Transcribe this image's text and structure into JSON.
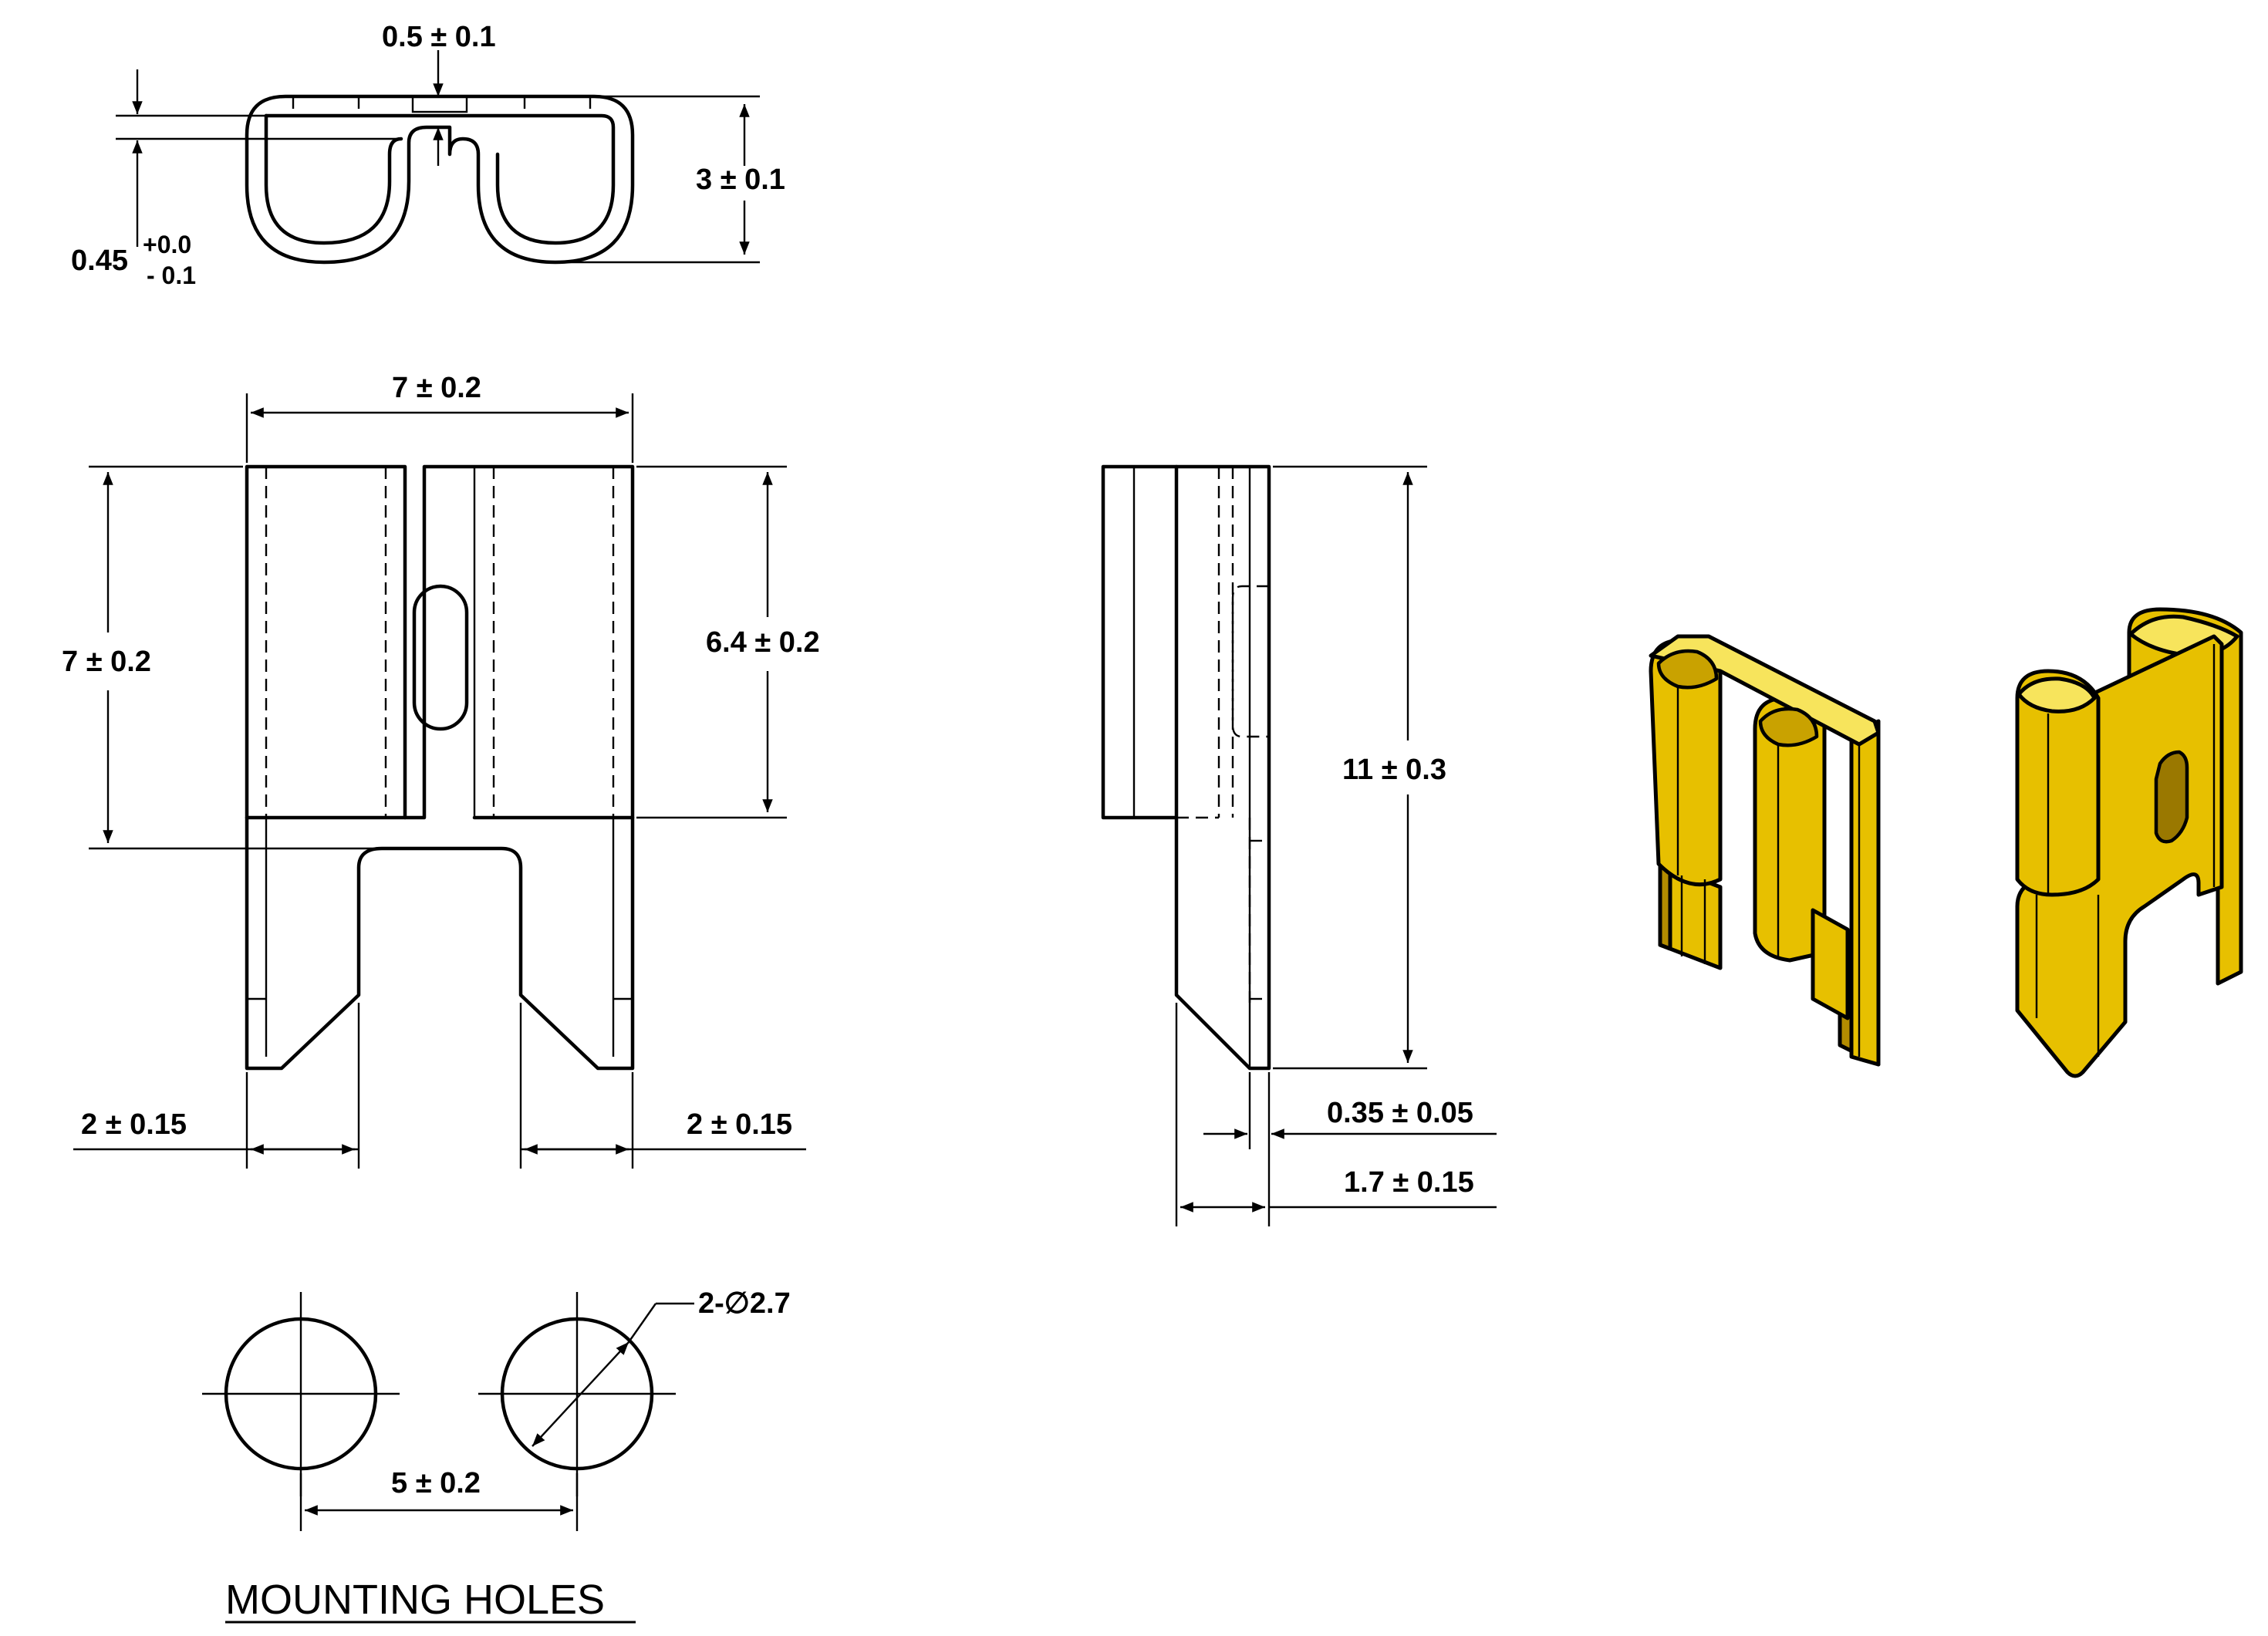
{
  "dimensions": {
    "top_slot_width": "0.5 ± 0.1",
    "top_height": "3 ± 0.1",
    "thickness_main": "0.45",
    "thickness_tol_upper": "+0.0",
    "thickness_tol_lower": "- 0.1",
    "front_width": "7 ± 0.2",
    "front_height": "7 ± 0.2",
    "front_inner_height": "6.4 ± 0.2",
    "left_leg": "2 ± 0.15",
    "right_leg": "2 ± 0.15",
    "side_height": "11 ± 0.3",
    "side_thickness": "0.35 ± 0.05",
    "side_depth": "1.7 ± 0.15",
    "hole_diameter": "2-∅2.7",
    "hole_spacing": "5 ± 0.2"
  },
  "labels": {
    "mounting_holes": "MOUNTING HOLES"
  },
  "colors": {
    "part_gold": "#e7c000",
    "line": "#000000"
  }
}
